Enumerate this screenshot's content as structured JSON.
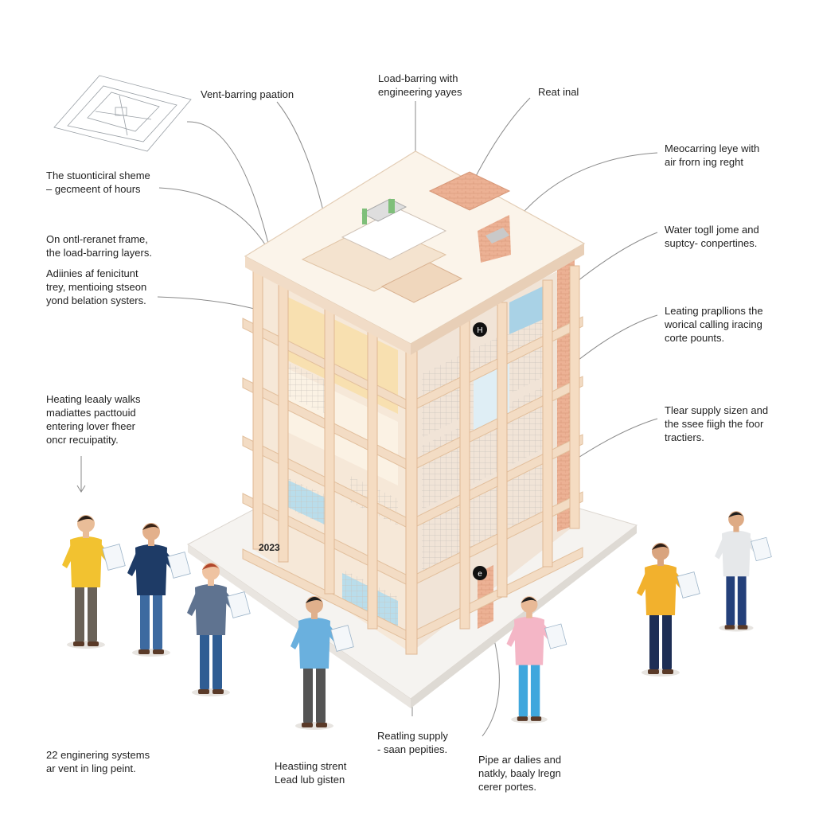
{
  "annotations": {
    "top_left": [
      "Vent-barring paation"
    ],
    "top_center": [
      "Load-barring with",
      "engineering yayes"
    ],
    "top_right": [
      "Reat inal"
    ],
    "right_1": [
      "Meocarring leye with",
      "air frorn ing reght"
    ],
    "right_2": [
      "Water togll jome and",
      "suptcy- conpertines."
    ],
    "right_3": [
      "Leating prapllions the",
      "worical calling iracing",
      "corte pounts."
    ],
    "right_4": [
      "Tlear supply sizen and",
      "the ssee fiigh the foor",
      "tractiers."
    ],
    "left_1": [
      "The stuonticiral sheme",
      "– gecmeent of hours"
    ],
    "left_2": [
      "On ontl-reranet frame,",
      "the load-barring layers."
    ],
    "left_3": [
      "Adiinies af fenicitunt",
      "trey, mentioing stseon",
      "yond belation systers."
    ],
    "left_4": [
      "Heating leaaly walks",
      "madiattes pacttouid",
      "entering lover fheer",
      "oncr recuipatity."
    ],
    "bottom_left": [
      "22 enginering systems",
      "ar vent in ling peint."
    ],
    "bottom_center_left": [
      "Heastiing strent",
      "Lead lub gisten"
    ],
    "bottom_center": [
      "Reatling supply",
      "- saan pepities."
    ],
    "bottom_right": [
      "Pipe ar dalies and",
      "natkly, baaly lregn",
      "cerer portes."
    ]
  },
  "building": {
    "year_tag": "2023",
    "badge_upper": "H",
    "badge_lower": "e"
  },
  "colors": {
    "structure": "#f3dcc4",
    "structure_edge": "#e2bf9c",
    "roof": "#fbf5ec",
    "platform": "#f3f1ee",
    "brick": "#e9a98a",
    "glass": "#a7d3e8",
    "floor_panel": "#f7e1b6",
    "leader_line": "#8a8a8a"
  },
  "people": [
    {
      "shirt": "#f2c230",
      "pants": "#6a6258",
      "hair": "#2a1e17",
      "skin": "#e9bd98"
    },
    {
      "shirt": "#1e3b66",
      "pants": "#3d6aa0",
      "hair": "#3a2417",
      "skin": "#e3b08b"
    },
    {
      "shirt": "#5f7390",
      "pants": "#2f5d93",
      "hair": "#b0462b",
      "skin": "#efc3a1"
    },
    {
      "shirt": "#6ab0de",
      "pants": "#545454",
      "hair": "#1d1d1d",
      "skin": "#e0b08c"
    },
    {
      "shirt": "#f4b6c6",
      "pants": "#3fa7dd",
      "hair": "#1b1b1b",
      "skin": "#e8b996"
    },
    {
      "shirt": "#f2b12d",
      "pants": "#1d2e55",
      "hair": "#2b1d15",
      "skin": "#d9a47e"
    },
    {
      "shirt": "#e6e8ea",
      "pants": "#24407a",
      "hair": "#1e1e1e",
      "skin": "#deab85"
    }
  ]
}
